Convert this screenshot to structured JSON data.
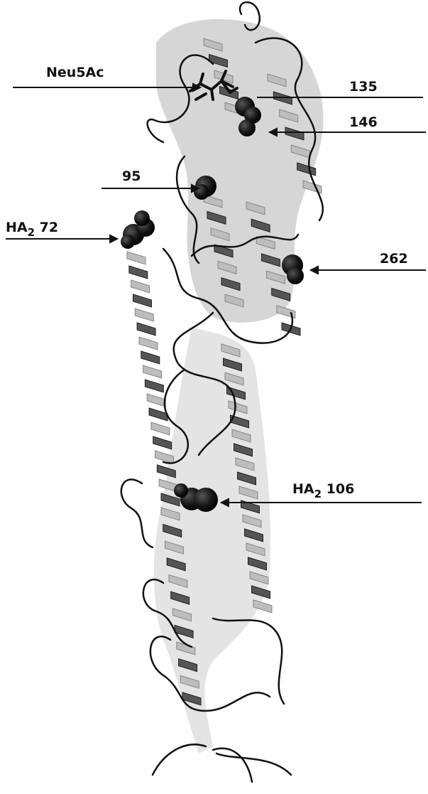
{
  "labels": {
    "neu5ac": "Neu5Ac",
    "res135": "135",
    "res146": "146",
    "res95": "95",
    "ha2_72": {
      "prefix": "HA",
      "sub": "2",
      "num": " 72"
    },
    "res262": "262",
    "ha2_106": {
      "prefix": "HA",
      "sub": "2",
      "num": " 106"
    }
  },
  "colors": {
    "ink": "#111111",
    "ribbon": "#555555",
    "ribbon_light": "#bdbdbd",
    "sphere": "#0d0d0d",
    "background": "#ffffff"
  }
}
